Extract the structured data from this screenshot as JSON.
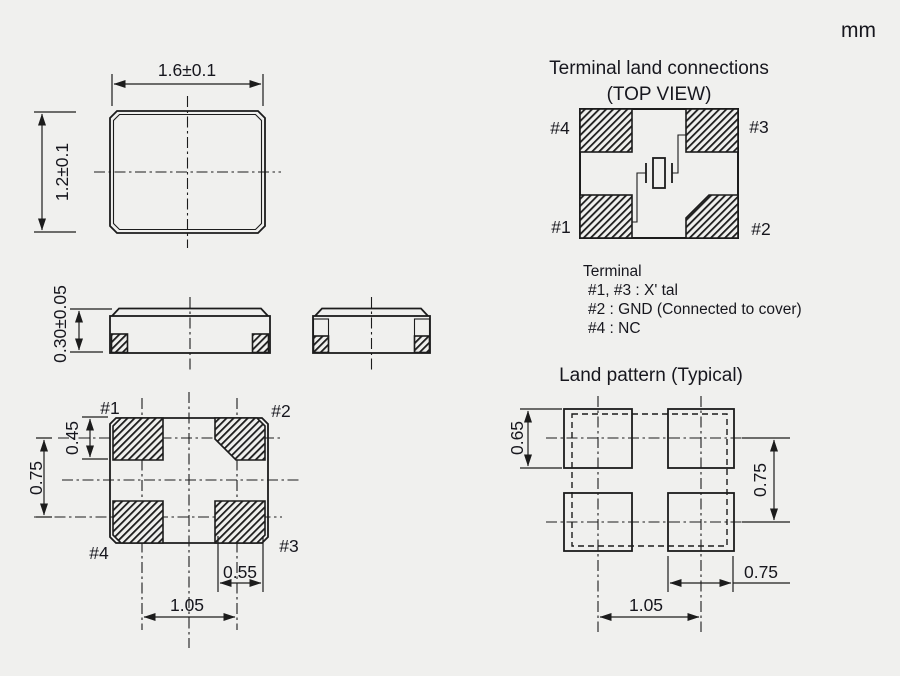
{
  "unit_label": "mm",
  "colors": {
    "background": "#f0f0ee",
    "line": "#1c1c1c",
    "text": "#17171e"
  },
  "top_view": {
    "width_dim": "1.6±0.1",
    "height_dim": "1.2±0.1"
  },
  "side_view": {
    "thickness_dim": "0.30±0.05"
  },
  "bottom_view": {
    "pad_labels": {
      "p1": "#1",
      "p2": "#2",
      "p3": "#3",
      "p4": "#4"
    },
    "dims": {
      "pad_height": "0.45",
      "row_pitch": "0.75",
      "pad_width": "0.55",
      "col_pitch": "1.05"
    }
  },
  "terminal_connections": {
    "title": "Terminal land connections",
    "subtitle": "(TOP VIEW)",
    "pad_labels": {
      "p1": "#1",
      "p2": "#2",
      "p3": "#3",
      "p4": "#4"
    }
  },
  "terminal_legend": {
    "heading": "Terminal",
    "xtal_line": "#1, #3 : X' tal",
    "gnd_line": "#2 : GND (Connected to cover)",
    "nc_line": "#4 : NC"
  },
  "land_pattern": {
    "title": "Land pattern (Typical)",
    "dims": {
      "pad_height": "0.65",
      "row_pitch": "0.75",
      "pad_width": "0.75",
      "col_pitch": "1.05"
    }
  }
}
